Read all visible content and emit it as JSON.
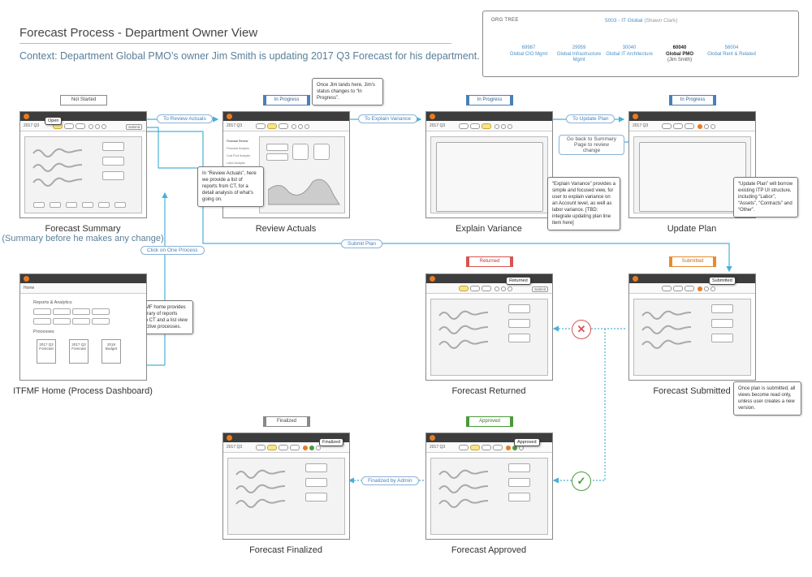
{
  "header": {
    "title": "Forecast Process - Department Owner View",
    "context": "Context: Department Global PMO’s owner Jim Smith is updating 2017 Q3 Forecast for his department."
  },
  "org_tree": {
    "label": "ORG TREE",
    "root_code": "5003 - IT Global",
    "root_owner": "(Shawn Clark)",
    "nodes": [
      {
        "code": "69987",
        "name": "Global CIO Mgmt",
        "owner": ""
      },
      {
        "code": "29959",
        "name": "Global Infrastructure Mgmt",
        "owner": ""
      },
      {
        "code": "30040",
        "name": "Global IT Architecture",
        "owner": ""
      },
      {
        "code": "60040",
        "name": "Global PMO",
        "owner": "(Jim Smith)"
      },
      {
        "code": "56004",
        "name": "Global Rent & Related",
        "owner": ""
      }
    ]
  },
  "screens": {
    "summary": {
      "caption": "Forecast Summary",
      "sub": "(Summary before he makes any change)",
      "status": "Not Started",
      "period": "2017 Q3",
      "badge": "Open",
      "btn": "Submit"
    },
    "review": {
      "caption": "Review Actuals",
      "status": "In Progress",
      "period": "2017 Q3",
      "menu": [
        "Financial Review",
        "Financial Analysis",
        "Cost Pool Analysis",
        "Labor Analysis"
      ]
    },
    "variance": {
      "caption": "Explain Variance",
      "status": "In Progress",
      "period": "2017 Q3"
    },
    "plan": {
      "caption": "Update Plan",
      "status": "In Progress",
      "period": "2017 Q3"
    },
    "home": {
      "caption": "ITFMF Home (Process Dashboard)",
      "crumb": "Home",
      "sec1": "Reports & Analytics",
      "sec2": "Processes",
      "procs": [
        {
          "top": "2017 Q3",
          "bottom": "Forecast"
        },
        {
          "top": "2017 Q3",
          "bottom": "Forecast"
        },
        {
          "top": "2018",
          "bottom": "Budget"
        }
      ]
    },
    "returned": {
      "caption": "Forecast Returned",
      "status": "Returned",
      "badge": "Returned",
      "btn": "Submit"
    },
    "submitted": {
      "caption": "Forecast Submitted",
      "status": "Submitted",
      "badge": "Submitted"
    },
    "finalized": {
      "caption": "Forecast Finalized",
      "status": "Finalized",
      "badge": "Finalized",
      "period": "2017 Q3"
    },
    "approved": {
      "caption": "Forecast Approved",
      "status": "Approved",
      "badge": "Approved",
      "period": "2017 Q3"
    }
  },
  "arrows": {
    "to_review": "To Review Actuals",
    "to_explain": "To Explain Variance",
    "to_update": "To Update Plan",
    "submit_plan": "Submit Plan",
    "click_process": "Click on One Process",
    "finalized_by_admin": "Finalized by Admin",
    "back_summary": "Go back to Summary Page to review change"
  },
  "notes": {
    "in_progress": "Once Jim lands here, Jim’s status changes to “In Progress”.",
    "review": "In “Review Actuals”, here we provide a list of reports from CT, for a detail analysis of what’s going on.",
    "home": "ITFMF home provides a library of reports from CT and a list view of active processes.",
    "variance": "“Explain Variance” provides a simple and focused view, for user to explain variance on an Account level, as well as labor variance. [TBD: integrate updating plan line item here]",
    "plan": "“Update Plan” will borrow existing ITP UI structure, including “Labor”, “Assets”, “Contracts” and “Other”.",
    "submitted": "Once plan is submitted, all views become read only, unless user creates a new version."
  },
  "colors": {
    "accent": "#4a90c8",
    "orange": "#e87b22",
    "green": "#4a9a3a",
    "red": "#d9534f",
    "yellow": "#f7e48a"
  }
}
